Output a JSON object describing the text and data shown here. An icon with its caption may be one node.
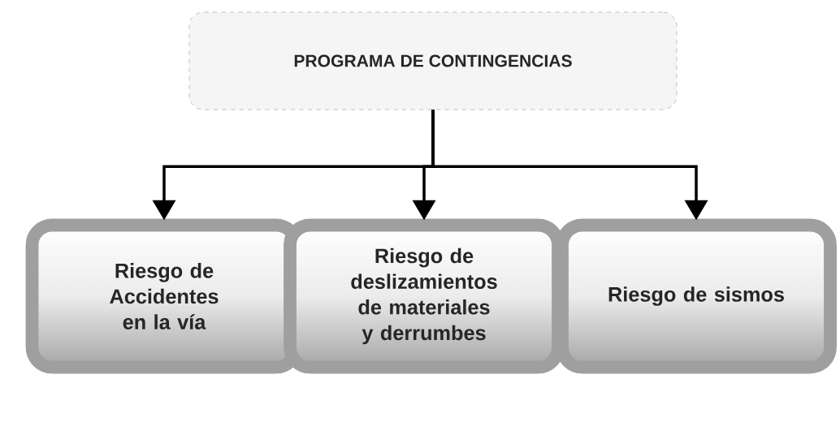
{
  "diagram": {
    "nodes": [
      {
        "text": [
          "PROGRAMA DE CONTINGENCIAS"
        ]
      },
      {
        "text": [
          "Riesgo de Accidentes en la vía"
        ]
      },
      {
        "text": [
          "Riesgo de deslizamientos de materiales y derrumbes"
        ]
      },
      {
        "text": [
          "Riesgo de sismos"
        ]
      }
    ],
    "edges": [
      {
        "from": 0,
        "to": 1,
        "arrow": "to"
      },
      {
        "from": 0,
        "to": 2,
        "arrow": "to"
      },
      {
        "from": 0,
        "to": 3,
        "arrow": "to"
      }
    ]
  }
}
